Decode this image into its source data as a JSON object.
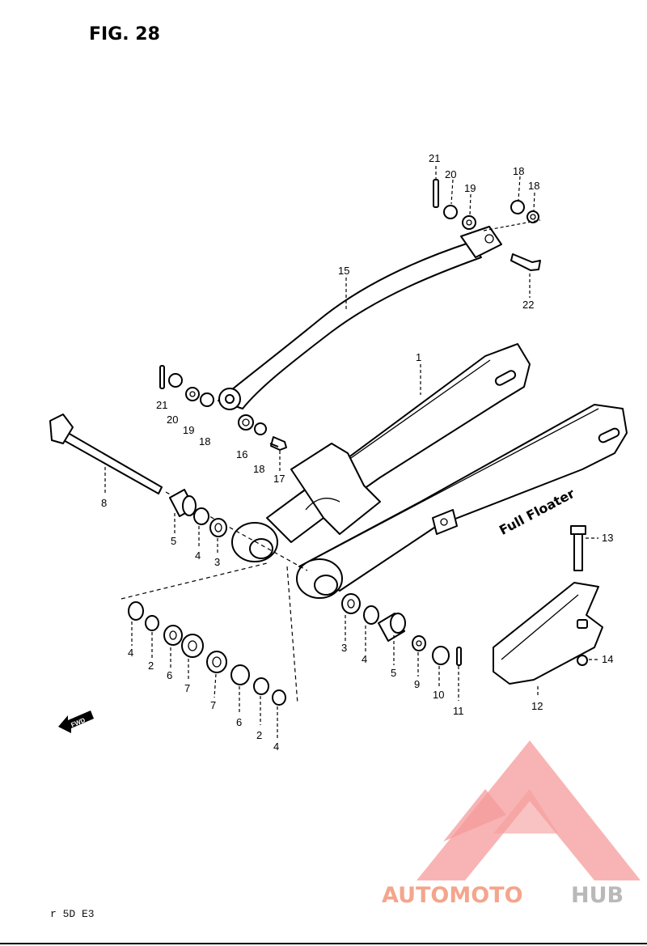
{
  "figure": {
    "title": "FIG. 28",
    "footer_code": "r   5D E3",
    "fwd_label": "FWD",
    "swingarm_decal": "Full Floater"
  },
  "callouts": [
    {
      "id": "c1",
      "label": "1"
    },
    {
      "id": "c2a",
      "label": "2"
    },
    {
      "id": "c2b",
      "label": "2"
    },
    {
      "id": "c3a",
      "label": "3"
    },
    {
      "id": "c3b",
      "label": "3"
    },
    {
      "id": "c4a",
      "label": "4"
    },
    {
      "id": "c4b",
      "label": "4"
    },
    {
      "id": "c4c",
      "label": "4"
    },
    {
      "id": "c4d",
      "label": "4"
    },
    {
      "id": "c5a",
      "label": "5"
    },
    {
      "id": "c5b",
      "label": "5"
    },
    {
      "id": "c6a",
      "label": "6"
    },
    {
      "id": "c6b",
      "label": "6"
    },
    {
      "id": "c7a",
      "label": "7"
    },
    {
      "id": "c7b",
      "label": "7"
    },
    {
      "id": "c8",
      "label": "8"
    },
    {
      "id": "c9",
      "label": "9"
    },
    {
      "id": "c10",
      "label": "10"
    },
    {
      "id": "c11",
      "label": "11"
    },
    {
      "id": "c12",
      "label": "12"
    },
    {
      "id": "c13",
      "label": "13"
    },
    {
      "id": "c14",
      "label": "14"
    },
    {
      "id": "c15",
      "label": "15"
    },
    {
      "id": "c16",
      "label": "16"
    },
    {
      "id": "c17",
      "label": "17"
    },
    {
      "id": "c18a",
      "label": "18"
    },
    {
      "id": "c18b",
      "label": "18"
    },
    {
      "id": "c18c",
      "label": "18"
    },
    {
      "id": "c18d",
      "label": "18"
    },
    {
      "id": "c19a",
      "label": "19"
    },
    {
      "id": "c19b",
      "label": "19"
    },
    {
      "id": "c20a",
      "label": "20"
    },
    {
      "id": "c20b",
      "label": "20"
    },
    {
      "id": "c21a",
      "label": "21"
    },
    {
      "id": "c21b",
      "label": "21"
    },
    {
      "id": "c22",
      "label": "22"
    }
  ],
  "watermark": {
    "text_part1": "AUTOMOTO",
    "text_part2": "HUB",
    "color_primary": "#f4a58c",
    "color_secondary": "#b9b9b9",
    "triangle_color": "#f26d6d"
  }
}
